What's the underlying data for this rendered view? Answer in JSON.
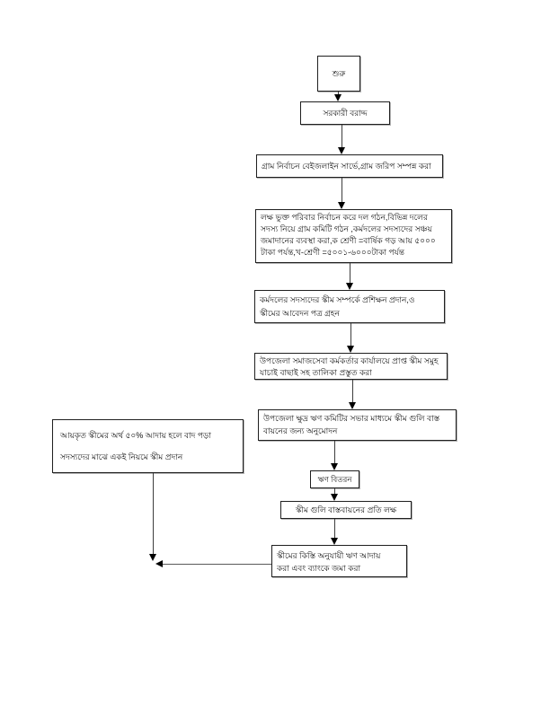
{
  "page": {
    "background": "#ffffff",
    "box_border_color": "#1f1f1f",
    "connector_color": "#3d3d3d",
    "text_color": "#111111"
  },
  "chart_data": {
    "type": "flowchart",
    "title": "",
    "direction": "top-to-bottom",
    "nodes": {
      "start": {
        "text": "শুরু"
      },
      "allocation": {
        "text": "সরকারী বরাদ্দ"
      },
      "survey": {
        "text": "গ্রাম নির্বাচন বেইজলাইন সার্ভে,গ্রাম জরিপ সম্পন্ন করা"
      },
      "group_formation": {
        "text": "লক্ষ ভুক্ত পরিবার নির্বাচন করে দল গঠন,বিভিন্ন দলের\nসদস্য নিয়ে গ্রাম কমিটি গঠন ,কর্মদলের সদস্যদের সঞ্চয়\nজমাদানের ব্যবস্থা করা,ক শ্রেণী =বার্ষিক গড় আয় ৫০০০\nটাকা পর্যন্ত,খ-শ্রেণী =৫০০১-৬০০০টাকা পর্যন্ত"
      },
      "training": {
        "text": "কর্মদলের সদস্যদের স্কীম সম্পর্কে প্রশিক্ষন প্রদান,ও\nস্কীমের আবেদন পত্র গ্রহন"
      },
      "verification": {
        "text": "উপজেলা সমাজসেবা কর্মকর্তার কার্যালয়ে প্রাপ্ত স্কীম সমুহ\nযাচাই বাছাই সহ তালিকা প্রস্তুত করা"
      },
      "approval": {
        "text": "উপজেলা ক্ষুদ্র ঋণ কমিটির সভার মাধ্যমে স্কীম গুলি বাস্ত\nবায়নের জন্য অনুমোদন"
      },
      "loan_distribution": {
        "text": "ঋণ বিতরন"
      },
      "monitoring": {
        "text": "স্কীম গুলি বাস্তবায়নের প্রতি লক্ষ"
      },
      "collection": {
        "text": "স্কীমের কিস্তি অনুযায়ী  ঋণ আদায়\nকরা এবং ব্যাংকে জমা করা"
      },
      "rescheme": {
        "text": "আয়কৃত স্কীমের অর্থ ৫০% আদায় হলে বাদ পড়া\nসদস্যদের মাঝে একই নিয়মে স্কীম প্রদান"
      }
    },
    "edges": [
      {
        "from": "start",
        "to": "allocation"
      },
      {
        "from": "allocation",
        "to": "survey"
      },
      {
        "from": "survey",
        "to": "group_formation"
      },
      {
        "from": "group_formation",
        "to": "training"
      },
      {
        "from": "training",
        "to": "verification"
      },
      {
        "from": "verification",
        "to": "approval"
      },
      {
        "from": "approval",
        "to": "loan_distribution"
      },
      {
        "from": "loan_distribution",
        "to": "monitoring"
      },
      {
        "from": "monitoring",
        "to": "collection"
      },
      {
        "from": "rescheme",
        "to": "junction-bottom-left"
      },
      {
        "from": "collection",
        "to": "junction-bottom-left"
      }
    ]
  }
}
